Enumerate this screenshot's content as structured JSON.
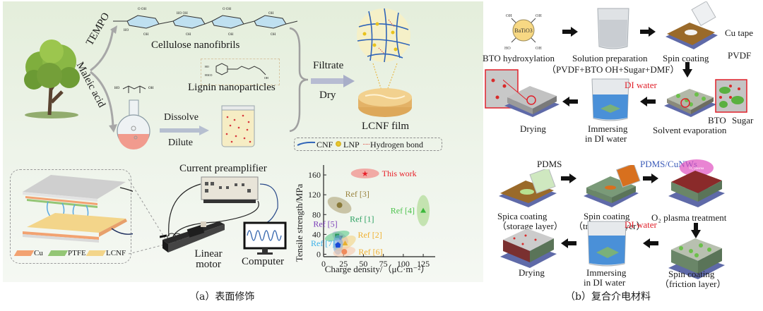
{
  "panel_a": {
    "caption": "（a）表面修饰",
    "labels": {
      "tempo": "TEMPO",
      "maleic_acid": "Maleic acid",
      "cellulose_nanofibrils": "Cellulose nanofibrils",
      "lignin_nanoparticles": "Lignin nanoparticles",
      "dissolve": "Dissolve",
      "dilute": "Dilute",
      "filtrate": "Filtrate",
      "dry": "Dry",
      "lcnf_film": "LCNF film",
      "current_preamplifier": "Current preamplifier",
      "linear_motor": "Linear\nmotor",
      "linear": "Linear",
      "motor": "motor",
      "computer": "Computer"
    },
    "molecule_groups": {
      "oh": "OH",
      "ho": "HO",
      "o": "O",
      "h3co": "H3CO"
    },
    "film_legend": [
      {
        "name": "CNF",
        "color": "#2f64b8"
      },
      {
        "name": "LNP",
        "color": "#e8c21c"
      },
      {
        "name": "Hydrogen bond",
        "color": "#e0463c"
      }
    ],
    "layer_legend": [
      {
        "name": "Cu",
        "color": "#f2a271"
      },
      {
        "name": "PTFE",
        "color": "#94c675"
      },
      {
        "name": "LCNF",
        "color": "#f3d58a"
      }
    ]
  },
  "chart_data": {
    "type": "scatter",
    "title": "",
    "xlabel": "Charge density/（μC·m⁻²）",
    "ylabel": "Tensile strength/MPa",
    "xlim": [
      0,
      140
    ],
    "ylim": [
      -5,
      180
    ],
    "xticks": [
      0,
      25,
      50,
      75,
      100,
      125
    ],
    "yticks": [
      0,
      40,
      80,
      120,
      160
    ],
    "grid": false,
    "points": [
      {
        "label": "This work",
        "x": 52,
        "y": 163,
        "marker": "star",
        "color": "#e8202a",
        "ellipse_color": "#f36b6b",
        "label_color": "#e8202a"
      },
      {
        "label": "Ref [3]",
        "x": 20,
        "y": 99,
        "marker": "half-circle",
        "color": "#8a7a3a",
        "ellipse_color": "#a89a6c",
        "label_color": "#9a8440"
      },
      {
        "label": "Ref [4]",
        "x": 125,
        "y": 88,
        "marker": "triangle",
        "color": "#3cb83c",
        "ellipse_color": "#9fd47e",
        "label_color": "#4cc24c"
      },
      {
        "label": "Ref [5]",
        "x": 21,
        "y": 33,
        "marker": "triangle-down",
        "color": "#7a3cb8",
        "ellipse_color": "#c0a6e0",
        "label_color": "#7a3cb8"
      },
      {
        "label": "Ref [1]",
        "x": 17,
        "y": 37,
        "marker": "square",
        "color": "#2a9a5a",
        "ellipse_color": "#4cc47e",
        "label_color": "#2aa060"
      },
      {
        "label": "Ref [2]",
        "x": 27,
        "y": 22,
        "marker": "half-triangle",
        "color": "#e8b030",
        "ellipse_color": "#f2cf78",
        "label_color": "#f0b030"
      },
      {
        "label": "Ref [7]",
        "x": 18,
        "y": 19,
        "marker": "pentagon",
        "color": "#1a4ad8",
        "ellipse_color": "#6aa6e8",
        "label_color": "#3ab0e8"
      },
      {
        "label": "Ref [6]",
        "x": 26,
        "y": 5,
        "marker": "half-circle",
        "color": "#f08a5a",
        "ellipse_color": "#f7c4a4",
        "label_color": "#f0b030"
      }
    ]
  },
  "panel_b": {
    "caption": "（b）复合介电材料",
    "row1": {
      "bto_core": "BaTiO3",
      "bto_hydroxylation": "BTO hydroxylation",
      "solution_preparation": "Solution preparation",
      "solution_formula": "（PVDF+BTO OH+Sugar+DMF）",
      "spin_coating": "Spin coating",
      "cu_tape": "Cu tape",
      "pvdf": "PVDF",
      "bto": "BTO",
      "sugar": "Sugar",
      "solvent_evaporation": "Solvent evaporation",
      "di_water": "DI water",
      "immersing": "Immersing",
      "in_di_water": "in DI water",
      "drying": "Drying"
    },
    "row2": {
      "pdms": "PDMS",
      "pdms_cunws": "PDMS/CuNWs",
      "spica_coating": "Spica coating",
      "storage_layer": "（storage layer）",
      "spin_coating": "Spin coating",
      "transport_layer": "（transport layer）",
      "o2_plasma_treatment": "O₂ plasma treatment",
      "o2_plasma": "O₂ plasma",
      "spin_coating_friction": "Spin coating",
      "friction_layer": "（friction layer）",
      "di_water": "DI water",
      "immersing": "Immersing",
      "in_di_water": "in DI water",
      "drying": "Drying"
    }
  }
}
